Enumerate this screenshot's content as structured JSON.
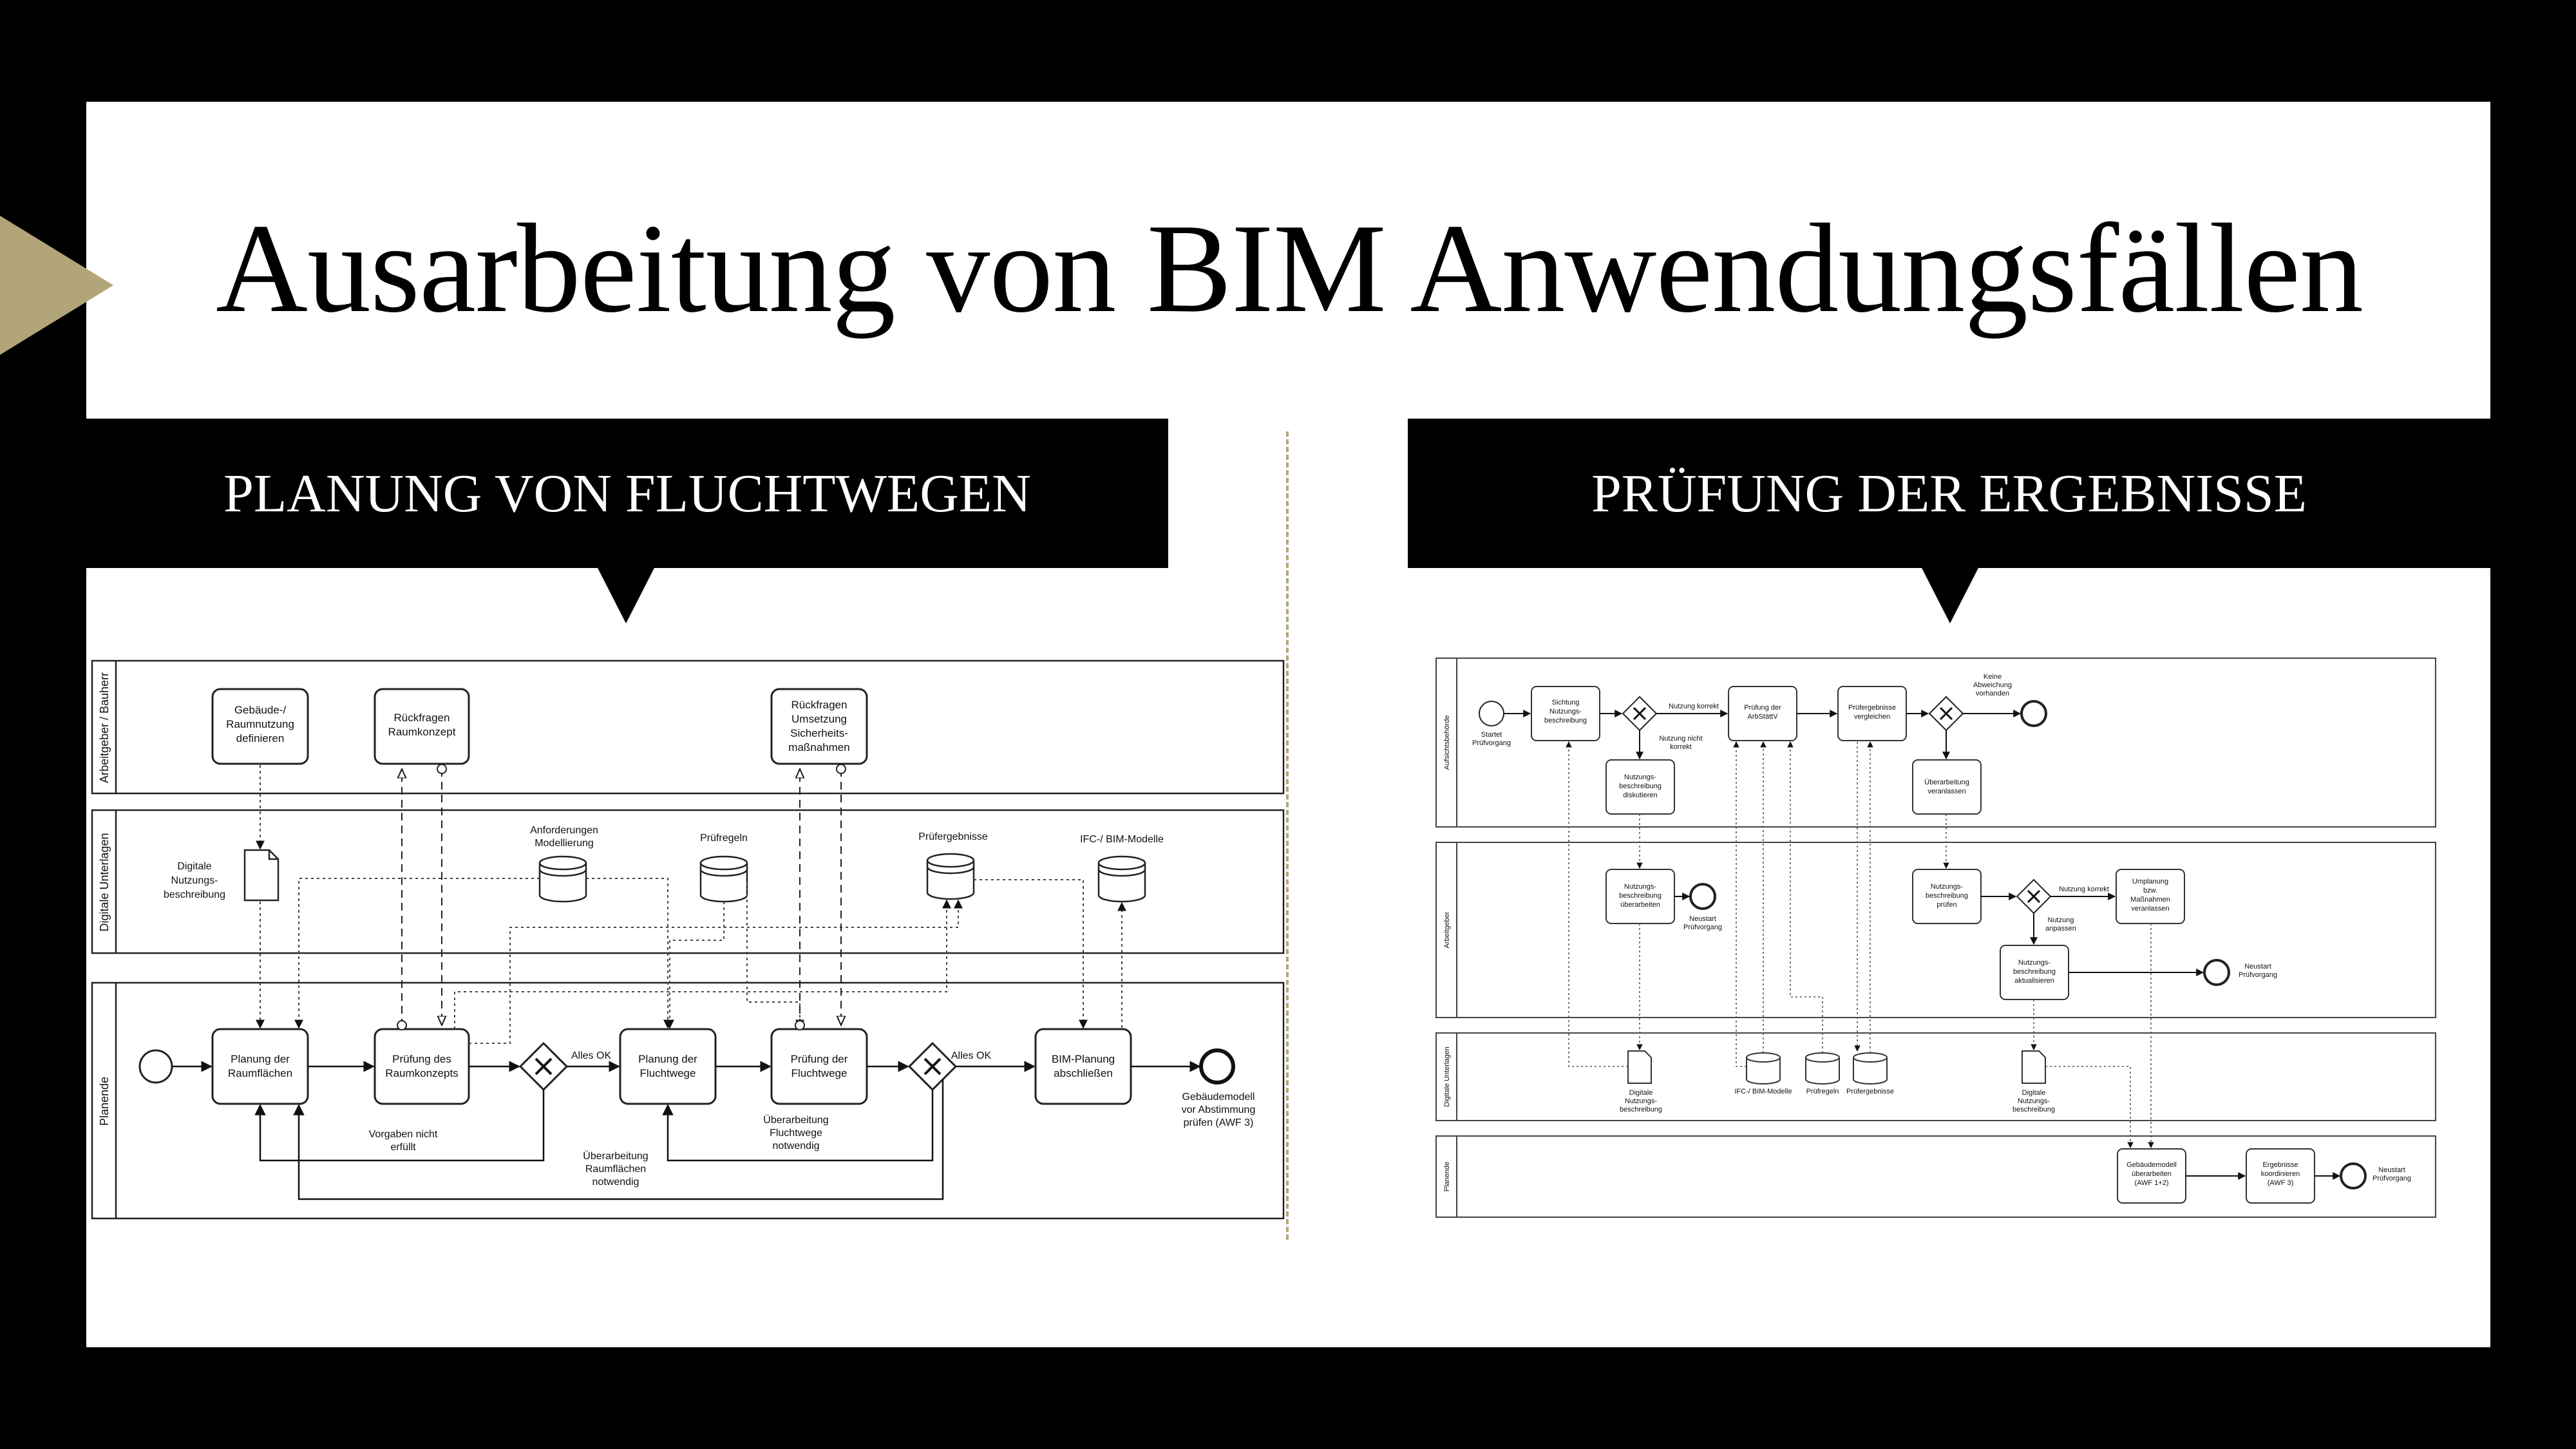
{
  "slide": {
    "title": "Ausarbeitung von BIM Anwendungsfällen",
    "colors": {
      "background": "#000000",
      "panel": "#ffffff",
      "accent": "#b3a57a"
    },
    "left_banner": "PLANUNG VON FLUCHTWEGEN",
    "right_banner": "PRÜFUNG DER ERGEBNISSE"
  },
  "left_diagram": {
    "lanes": [
      "Arbeitgeber / Bauherr",
      "Digitale Unterlagen",
      "Planende"
    ],
    "tasks": {
      "raumnutzung": [
        "Gebäude-/",
        "Raumnutzung",
        "definieren"
      ],
      "rueckfragen_raum": [
        "Rückfragen",
        "Raumkonzept"
      ],
      "rueckfragen_sicherheit": [
        "Rückfragen",
        "Umsetzung",
        "Sicherheits-",
        "maßnahmen"
      ],
      "planung_raum": [
        "Planung der",
        "Raumflächen"
      ],
      "pruefung_raum": [
        "Prüfung des",
        "Raumkonzepts"
      ],
      "planung_flucht": [
        "Planung der",
        "Fluchtwege"
      ],
      "pruefung_flucht": [
        "Prüfung der",
        "Fluchtwege"
      ],
      "bim_planung": [
        "BIM-Planung",
        "abschließen"
      ]
    },
    "data": {
      "nutzung": [
        "Digitale",
        "Nutzungs-",
        "beschreibung"
      ],
      "anforderungen": [
        "Anforderungen",
        "Modellierung"
      ],
      "pruefregeln": "Prüfregeln",
      "pruefergebnisse": "Prüfergebnisse",
      "ifc": "IFC-/ BIM-Modelle"
    },
    "labels": {
      "alles_ok_1": "Alles OK",
      "alles_ok_2": "Alles OK",
      "vorgaben": [
        "Vorgaben nicht",
        "erfüllt"
      ],
      "ueberarbeitung_raum": [
        "Überarbeitung",
        "Raumflächen",
        "notwendig"
      ],
      "ueberarbeitung_flucht": [
        "Überarbeitung",
        "Fluchtwege",
        "notwendig"
      ],
      "end": [
        "Gebäudemodell",
        "vor Abstimmung",
        "prüfen (AWF 3)"
      ]
    }
  },
  "right_diagram": {
    "lanes": [
      "Aufsichtsbehörde",
      "Arbeitgeber",
      "Digitale Unterlagen",
      "Planende"
    ],
    "texts": {
      "start": [
        "Startet",
        "Prüfvorgang"
      ],
      "sichtung": [
        "Sichtung",
        "Nutzungs-",
        "beschreibung"
      ],
      "nutzung_korrekt_1": "Nutzung korrekt",
      "nutzung_nicht": [
        "Nutzung nicht",
        "korrekt"
      ],
      "pruefung_arbstaettv": [
        "Prüfung der",
        "ArbStättV"
      ],
      "pruefergebnisse_vergleichen": [
        "Prüfergebnisse",
        "vergleichen"
      ],
      "keine_abweichung": [
        "Keine",
        "Abweichung",
        "vorhanden"
      ],
      "diskutieren": [
        "Nutzungs-",
        "beschreibung",
        "diskutieren"
      ],
      "ueberarbeitung": [
        "Überarbeitung",
        "veranlassen"
      ],
      "ueberarbeiten": [
        "Nutzungs-",
        "beschreibung",
        "überarbeiten"
      ],
      "neustart_1": [
        "Neustart",
        "Prüfvorgang"
      ],
      "pruefen": [
        "Nutzungs-",
        "beschreibung",
        "prüfen"
      ],
      "nutzung_korrekt_2": "Nutzung korrekt",
      "nutzung_anpassen": [
        "Nutzung",
        "anpassen"
      ],
      "umplanung": [
        "Umplanung",
        "bzw.",
        "Maßnahmen",
        "veranlassen"
      ],
      "aktualisieren": [
        "Nutzungs-",
        "beschreibung",
        "aktualisieren"
      ],
      "neustart_2": [
        "Neustart",
        "Prüfvorgang"
      ],
      "doc_1": [
        "Digitale",
        "Nutzungs-",
        "beschreibung"
      ],
      "ifc": "IFC-/ BIM-Modelle",
      "pruefregeln": "Prüfregeln",
      "pruefergebnisse": "Prüfergebnisse",
      "doc_2": [
        "Digitale",
        "Nutzungs-",
        "beschreibung"
      ],
      "gebaeudemodell": [
        "Gebäudemodell",
        "überarbeiten",
        "(AWF 1+2)"
      ],
      "ergebnisse": [
        "Ergebnisse",
        "koordinieren",
        "(AWF 3)"
      ],
      "neustart_3": [
        "Neustart",
        "Prüfvorgang"
      ]
    }
  }
}
